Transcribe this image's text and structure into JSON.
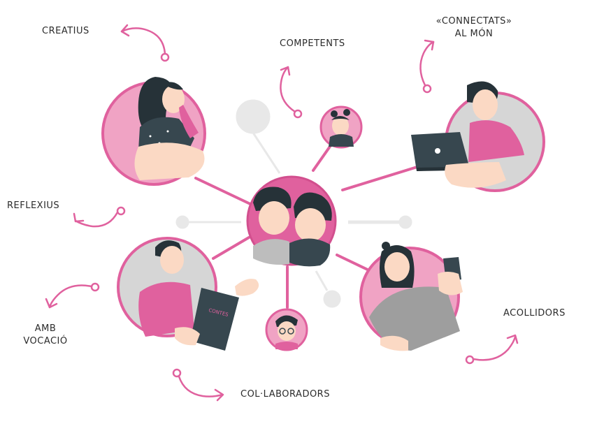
{
  "labels": {
    "creatius": "CREATIUS",
    "competents": "COMPETENTS",
    "connectats_l1": "«CONNECTATS»",
    "connectats_l2": "AL MÓN",
    "reflexius": "REFLEXIUS",
    "amb_vocacio_l1": "AMB",
    "amb_vocacio_l2": "VOCACIÓ",
    "acollidors": "ACOLLIDORS",
    "collaboradors": "COL·LABORADORS"
  },
  "book_title": "CONTES",
  "colors": {
    "accent_pink": "#e0619e",
    "light_pink": "#f0a3c4",
    "grey_disc": "#c9c9c9",
    "dark": "#37474f",
    "skin": "#fbd9c4",
    "hair": "#263238"
  }
}
